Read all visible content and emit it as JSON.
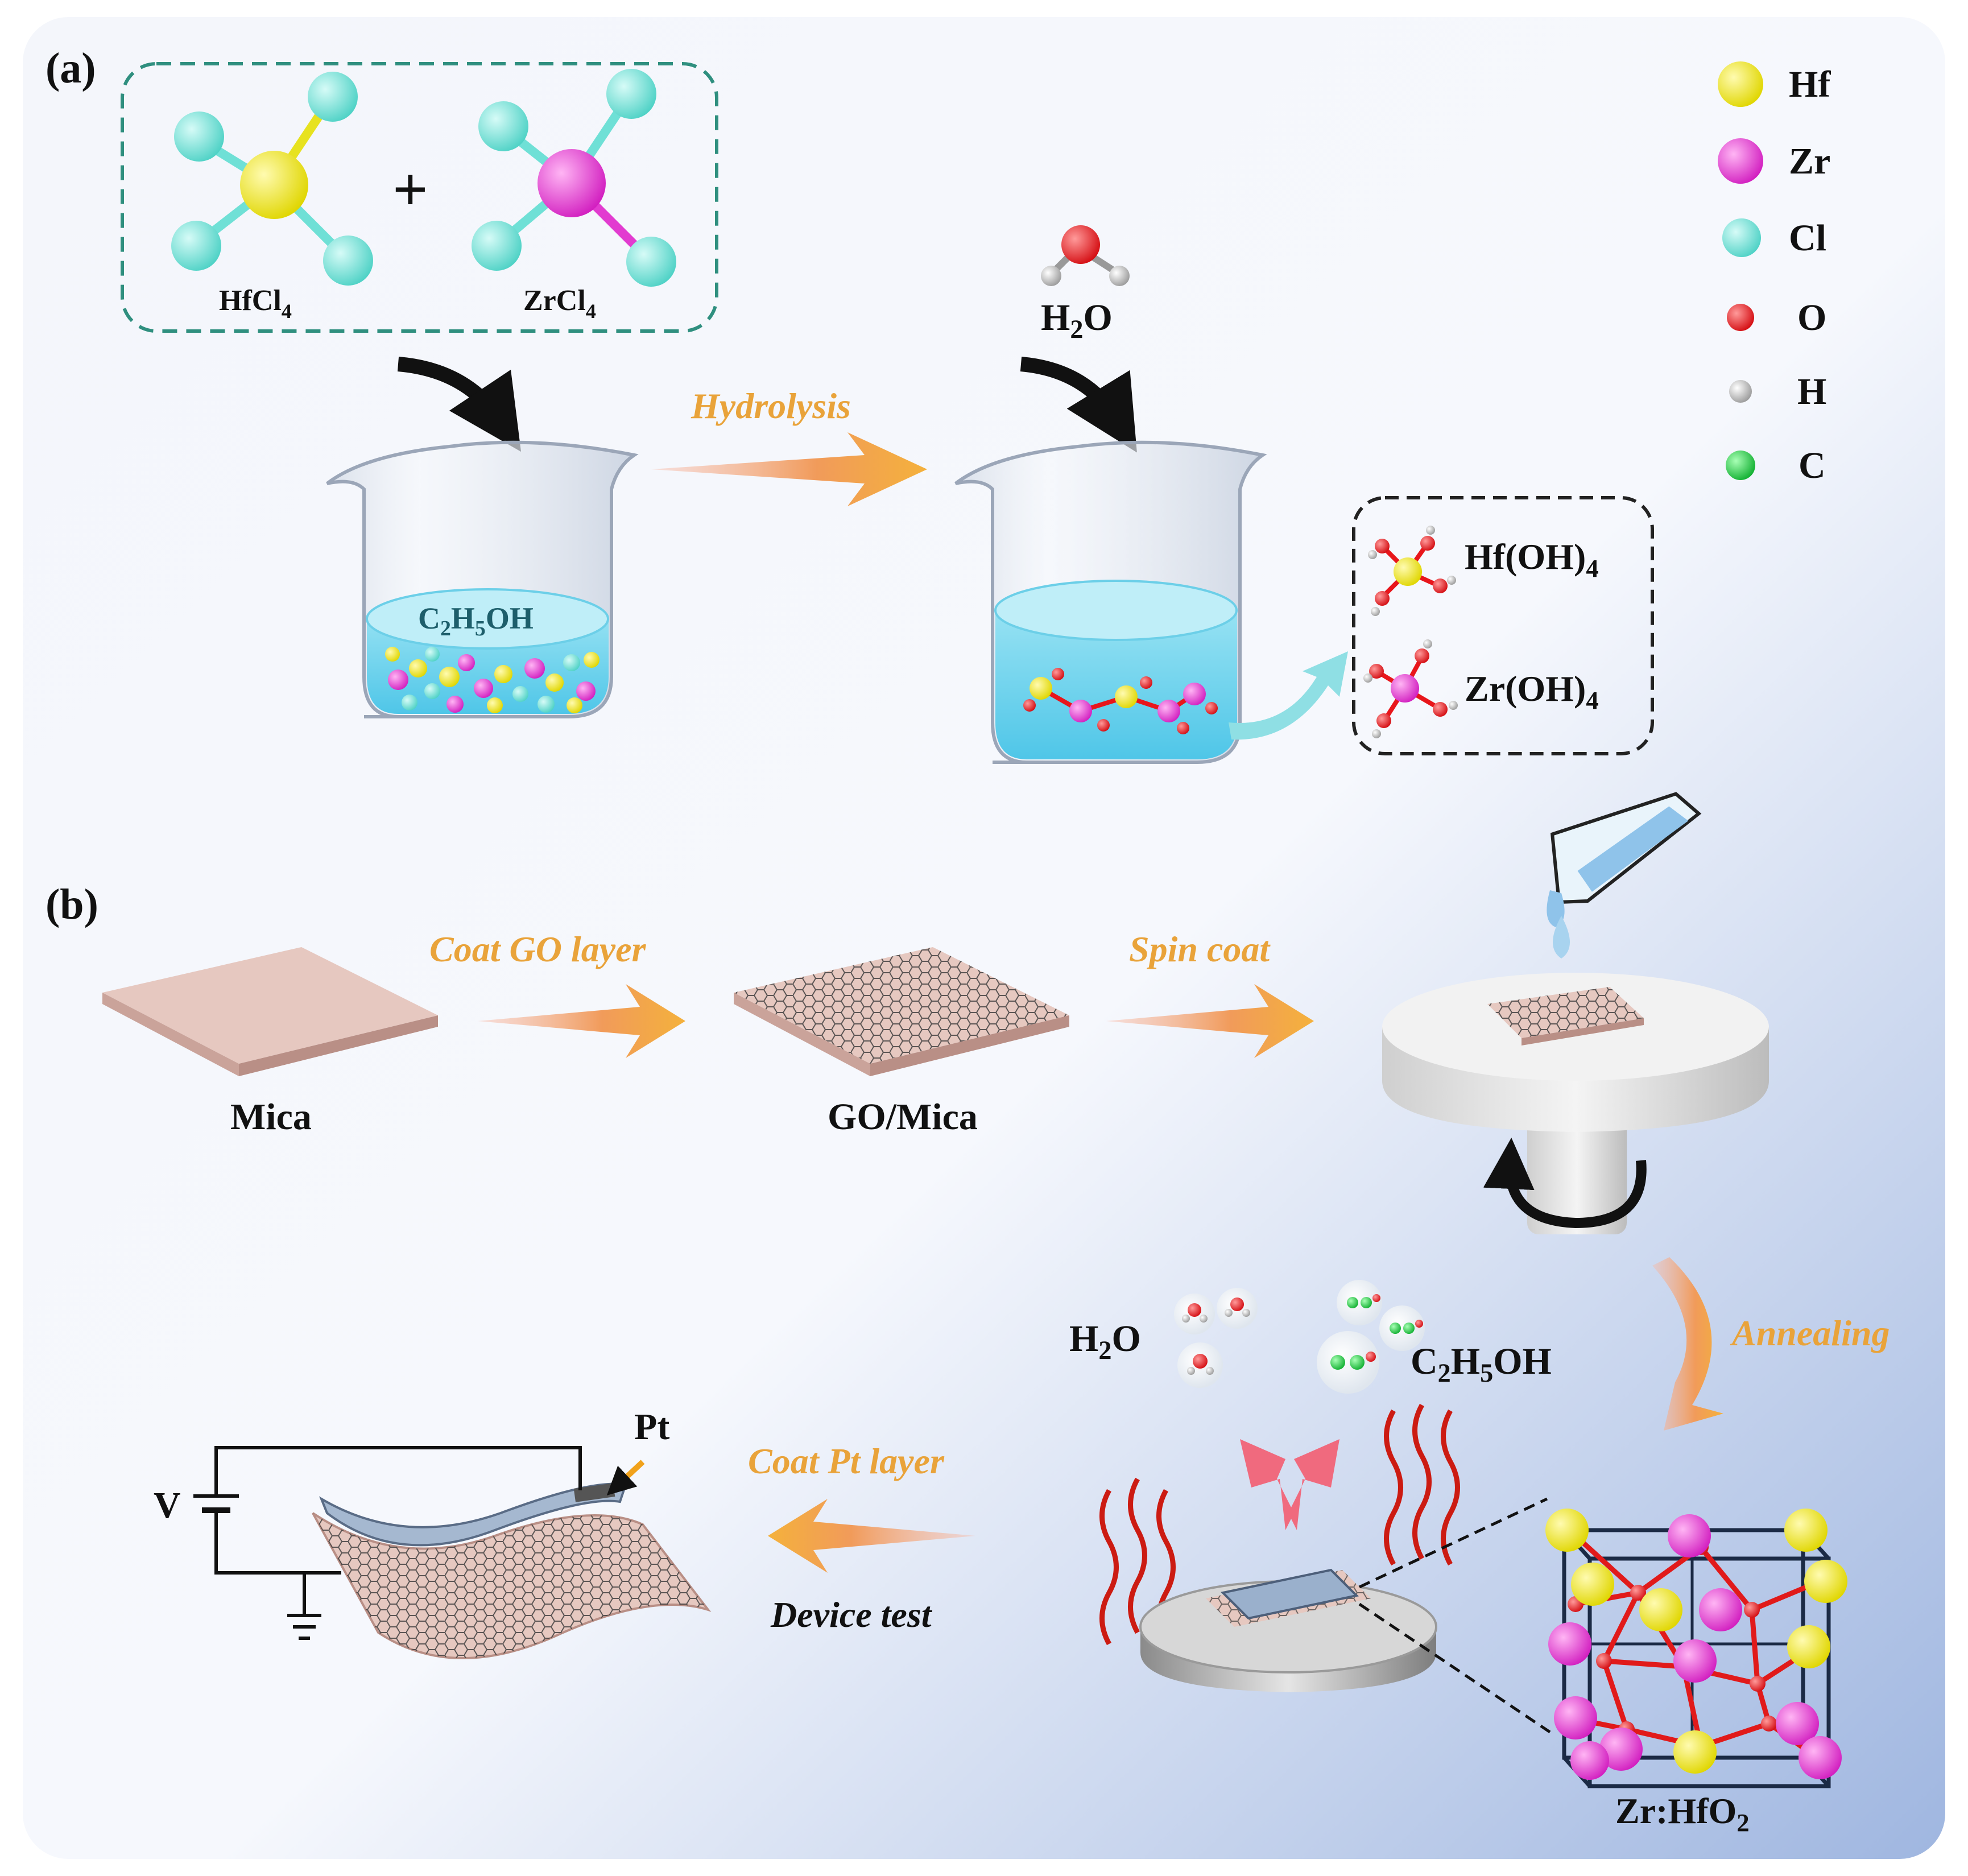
{
  "panel_a": {
    "label": "(a)",
    "precursors": {
      "left_formula": "HfCl",
      "left_sub": "4",
      "right_formula": "ZrCl",
      "right_sub": "4",
      "plus": "+"
    },
    "solvent": {
      "p1": "C",
      "s1": "2",
      "p2": "H",
      "s2": "5",
      "p3": "OH"
    },
    "step_label": "Hydrolysis",
    "water": {
      "p1": "H",
      "s1": "2",
      "p2": "O"
    },
    "products": [
      {
        "p1": "Hf(OH)",
        "s1": "4"
      },
      {
        "p1": "Zr(OH)",
        "s1": "4"
      }
    ]
  },
  "legend": {
    "items": [
      {
        "label": "Hf",
        "color": "#f2ea1a"
      },
      {
        "label": "Zr",
        "color": "#e23bd0"
      },
      {
        "label": "Cl",
        "color": "#6fe0d6"
      },
      {
        "label": "O",
        "color": "#e8161b"
      },
      {
        "label": "H",
        "color": "#b8b8b8"
      },
      {
        "label": "C",
        "color": "#1fc83c"
      }
    ]
  },
  "panel_b": {
    "label": "(b)",
    "mica": "Mica",
    "step_coat_go": "Coat GO layer",
    "go_mica": "GO/Mica",
    "step_spin": "Spin coat",
    "step_anneal": "Annealing",
    "byproduct_water": {
      "p1": "H",
      "s1": "2",
      "p2": "O"
    },
    "byproduct_ethanol": {
      "p1": "C",
      "s1": "2",
      "p2": "H",
      "s2": "5",
      "p3": "OH"
    },
    "product": {
      "p1": "Zr:HfO",
      "s1": "2"
    },
    "step_pt": "Coat Pt layer",
    "step_test": "Device test",
    "electrode": "Pt",
    "voltage": "V"
  },
  "colors": {
    "step_arrow": "#f0a53b",
    "step_text": "#e9a33a",
    "liquid": "#7fd7ef",
    "mica": "#e3c3bb",
    "dashed_green": "#2f8f7f"
  }
}
